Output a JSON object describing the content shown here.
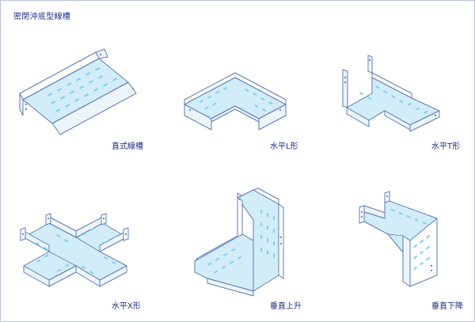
{
  "title": "密閉沖底型線槽",
  "items": [
    {
      "caption": "直式線槽"
    },
    {
      "caption": "水平L形"
    },
    {
      "caption": "水平T形"
    },
    {
      "caption": "水平X形"
    },
    {
      "caption": "垂直上升"
    },
    {
      "caption": "垂直下降"
    }
  ],
  "colors": {
    "outline": "#5c7bb5",
    "slots": "#7fd0ee",
    "tray_floor": "#d2edf8",
    "caption_text": "#1c2f86"
  }
}
